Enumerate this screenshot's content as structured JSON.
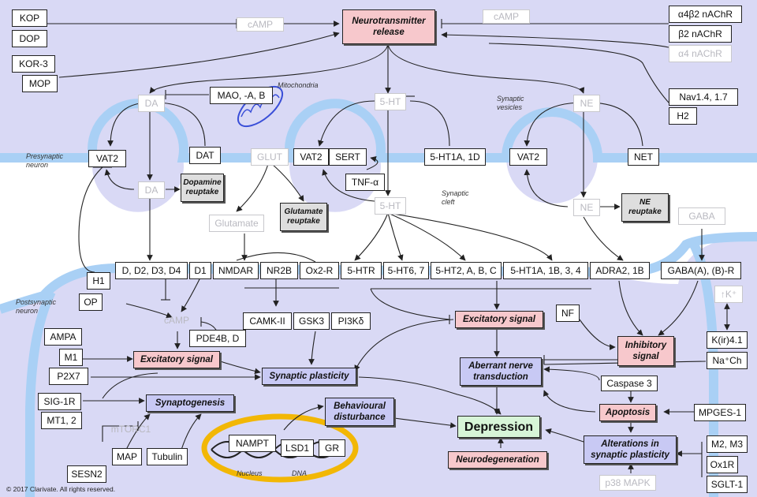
{
  "colors": {
    "background": "#d9d9f5",
    "membrane": "#a9d0f5",
    "nucleus": "#f2b705",
    "arrow": "#222222"
  },
  "nodes": {
    "kop": "KOP",
    "dop": "DOP",
    "kor3": "KOR-3",
    "mop": "MOP",
    "camp_top_left": "cAMP",
    "camp_top_right": "cAMP",
    "nt_release": "Neurotransmitter release",
    "a4b2": "α4β2 nAChR",
    "b2": "β2 nAChR",
    "a4": "α4 nAChR",
    "da_top": "DA",
    "mao": "MAO, -A, B",
    "ht5_top": "5-HT",
    "ne_top": "NE",
    "nav": "Nav1.4, 1.7",
    "h2": "H2",
    "vat2_left": "VAT2",
    "dat": "DAT",
    "glut": "GLUT",
    "vat2_mid": "VAT2",
    "sert": "SERT",
    "ht1a_1d": "5-HT1A, 1D",
    "vat2_right": "VAT2",
    "net": "NET",
    "da_mid": "DA",
    "dop_reuptake": "Dopamine reuptake",
    "tnfa": "TNF-α",
    "ht5_mid": "5-HT",
    "ne_mid": "NE",
    "ne_reuptake": "NE reuptake",
    "glutamate": "Glutamate",
    "glu_reuptake": "Glutamate reuptake",
    "gaba": "GABA",
    "d_recs": "D, D2, D3, D4",
    "d1": "D1",
    "nmdar": "NMDAR",
    "nr2b": "NR2B",
    "ox2r": "Ox2-R",
    "htr": "5-HTR",
    "ht67": "5-HT6, 7",
    "ht2": "5-HT2, A, B, C",
    "ht1a_134": "5-HT1A, 1B, 3, 4",
    "adra": "ADRA2, 1B",
    "gabar": "GABA(A), (B)-R",
    "h1": "H1",
    "op": "OP",
    "camp_mid": "cAMP",
    "pde": "PDE4B, D",
    "camk": "CAMK-II",
    "gsk3": "GSK3",
    "pi3k": "PI3Kδ",
    "k_ion": "↑K⁺",
    "nf": "NF",
    "kir": "K(ir)4.1",
    "nach": "Na⁺Ch",
    "ampa": "AMPA",
    "m1": "M1",
    "exc_left": "Excitatory signal",
    "exc_right": "Excitatory signal",
    "syn_plast": "Synaptic plasticity",
    "inhib": "Inhibitory signal",
    "p2x7": "P2X7",
    "aberrant": "Aberrant nerve transduction",
    "caspase3": "Caspase 3",
    "sig1r": "SIG-1R",
    "mt12": "MT1, 2",
    "synaptogenesis": "Synaptogenesis",
    "behav": "Behavioural disturbance",
    "apoptosis": "Apoptosis",
    "mpges": "MPGES-1",
    "mtorc1": "mTORC1",
    "depression": "Depression",
    "nampt": "NAMPT",
    "lsd1": "LSD1",
    "gr": "GR",
    "alterations": "Alterations in synaptic plasticity",
    "m23": "M2, M3",
    "ox1r": "Ox1R",
    "map": "MAP",
    "tubulin": "Tubulin",
    "sesn2": "SESN2",
    "neurodeg": "Neurodegeneration",
    "p38": "p38 MAPK",
    "sglt1": "SGLT-1"
  },
  "labels": {
    "mitochondria": "Mitochondria",
    "synaptic_vesicles": "Synaptic vesicles",
    "presynaptic": "Presynaptic neuron",
    "synaptic_cleft": "Synaptic cleft",
    "postsynaptic": "Postsynaptic neuron",
    "nucleus": "Nucleus",
    "dna": "DNA",
    "copyright": "© 2017 Clarivate. All rights reserved."
  }
}
